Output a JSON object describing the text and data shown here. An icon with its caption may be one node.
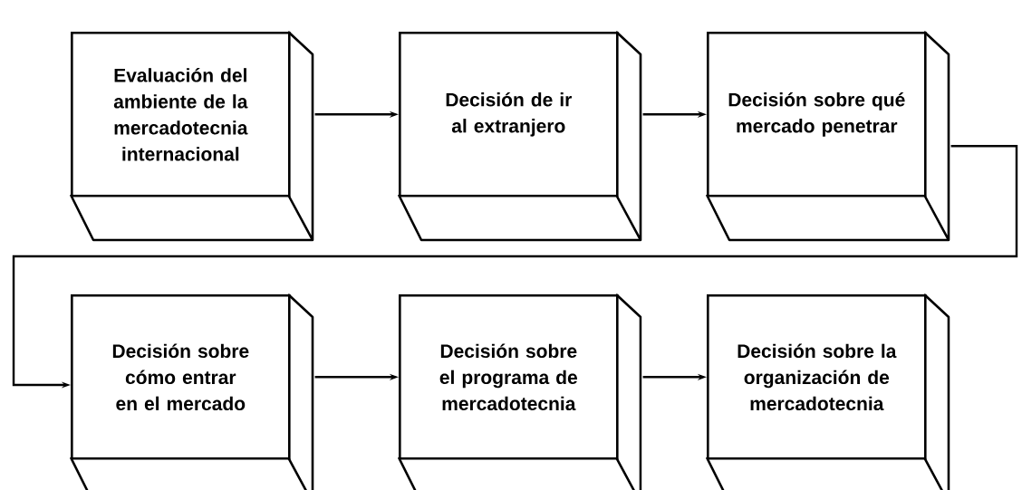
{
  "diagram": {
    "nodes": [
      {
        "text": [
          "Evaluación del ambiente de la mercadotecnia internacional"
        ]
      },
      {
        "text": [
          "Decisión de ir al extranjero"
        ]
      },
      {
        "text": [
          "Decisión sobre qué mercado penetrar"
        ]
      },
      {
        "text": [
          "Decisión sobre cómo entrar en el mercado"
        ]
      },
      {
        "text": [
          "Decisión sobre el programa de mercadotecnia"
        ]
      },
      {
        "text": [
          "Decisión sobre la organización de mercadotecnia"
        ]
      }
    ],
    "edges": [
      {
        "from": 0,
        "to": 1,
        "arrow": "to"
      },
      {
        "from": 1,
        "to": 2,
        "arrow": "to"
      },
      {
        "from": 2,
        "to": 3,
        "arrow": "to"
      },
      {
        "from": 3,
        "to": 4,
        "arrow": "to"
      },
      {
        "from": 4,
        "to": 5,
        "arrow": "to"
      }
    ]
  }
}
